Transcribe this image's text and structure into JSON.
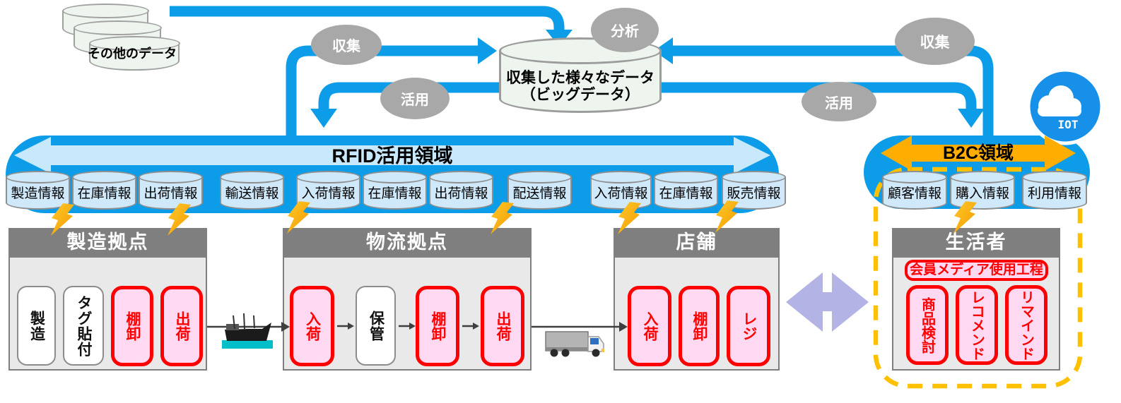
{
  "flow": {
    "other_data_label": "その他のデータ",
    "bigdata_line1": "収集した様々なデータ",
    "bigdata_line2": "（ビッグデータ）",
    "collect_left": "収集",
    "analyze": "分析",
    "use_left": "活用",
    "collect_right": "収集",
    "use_right": "活用",
    "iot_label": "IOT"
  },
  "rfid_bar": {
    "title": "RFID活用領域",
    "cylinders": [
      "製造情報",
      "在庫情報",
      "出荷情報",
      "輸送情報",
      "入荷情報",
      "在庫情報",
      "出荷情報",
      "配送情報",
      "入荷情報",
      "在庫情報",
      "販売情報"
    ]
  },
  "b2c_bar": {
    "title": "B2C領域",
    "cylinders": [
      "顧客情報",
      "購入情報",
      "利用情報"
    ]
  },
  "sections": [
    {
      "title": "製造拠点",
      "items": [
        {
          "label": "製造",
          "highlight": false
        },
        {
          "label": "タグ貼付",
          "highlight": false
        },
        {
          "label": "棚卸",
          "highlight": true
        },
        {
          "label": "出荷",
          "highlight": true
        }
      ]
    },
    {
      "title": "物流拠点",
      "items": [
        {
          "label": "入荷",
          "highlight": true
        },
        {
          "label": "保管",
          "highlight": false
        },
        {
          "label": "棚卸",
          "highlight": true
        },
        {
          "label": "出荷",
          "highlight": true
        }
      ]
    },
    {
      "title": "店舗",
      "items": [
        {
          "label": "入荷",
          "highlight": true
        },
        {
          "label": "棚卸",
          "highlight": true
        },
        {
          "label": "レジ",
          "highlight": true
        }
      ]
    },
    {
      "title": "生活者",
      "banner": "会員メディア使用工程",
      "items": [
        {
          "label": "商品検討",
          "highlight": true
        },
        {
          "label": "レコメンド",
          "highlight": true
        },
        {
          "label": "リマインド",
          "highlight": true
        }
      ]
    }
  ],
  "colors": {
    "flow_blue": "#0D9DE8",
    "bar_blue": "#0D9DE8",
    "bar_arrow_light": "#C8E8FB",
    "orange_arrow": "#FFAE00",
    "dash_yellow": "#FFC000",
    "gray_ellipse": "#A8A8A8",
    "section_header_gray": "#7F7F7F",
    "section_body_gray": "#E9E9E9",
    "highlight_pink": "#FFD9F2",
    "highlight_red": "#FF0000",
    "purple_arrow": "#B3B3E6",
    "cylinder_blue": "#CFE9FA",
    "cylinder_green": "#EDF5EE",
    "iot_blue": "#1690E8"
  }
}
